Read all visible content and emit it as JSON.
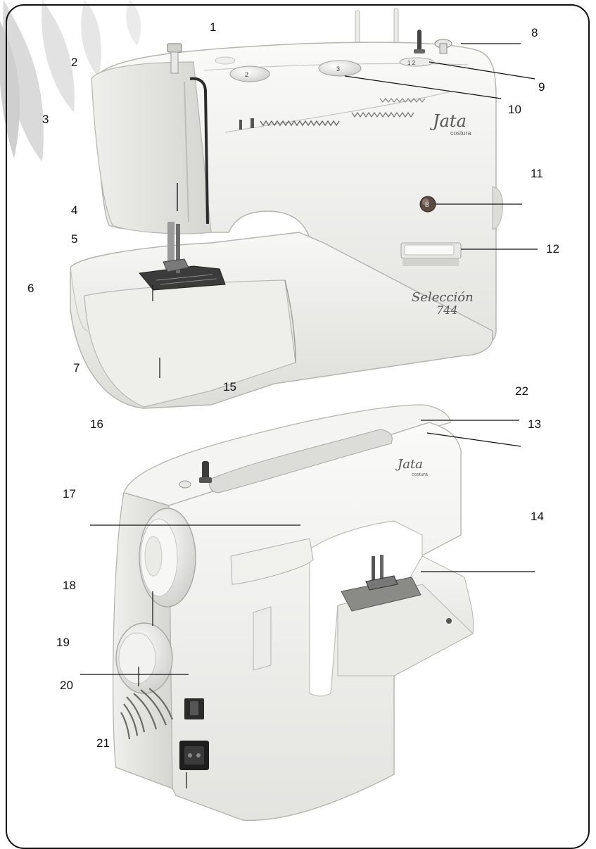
{
  "labels": {
    "n1": "1",
    "n2": "2",
    "n3": "3",
    "n4": "4",
    "n5": "5",
    "n6": "6",
    "n7": "7",
    "n8": "8",
    "n9": "9",
    "n10": "10",
    "n11": "11",
    "n12": "12",
    "n13": "13",
    "n14": "14",
    "n15": "15",
    "n16": "16",
    "n17": "17",
    "n18": "18",
    "n19": "19",
    "n20": "20",
    "n21": "21",
    "n22": "22"
  },
  "machine_top": {
    "brand": "Jata",
    "brand_sub": "costura",
    "model_name": "Selección",
    "model_number": "744",
    "button_b": "B",
    "dial_left_value": "2",
    "dial_right_value": "3",
    "winder_values": "1 2"
  },
  "machine_bottom": {
    "brand": "Jata",
    "brand_sub": "costura"
  },
  "colors": {
    "body": "#f2f2f0",
    "shadow": "#d6d6d3",
    "outline": "#b8b8b4",
    "deco_leaf": "#d9d9d9"
  }
}
